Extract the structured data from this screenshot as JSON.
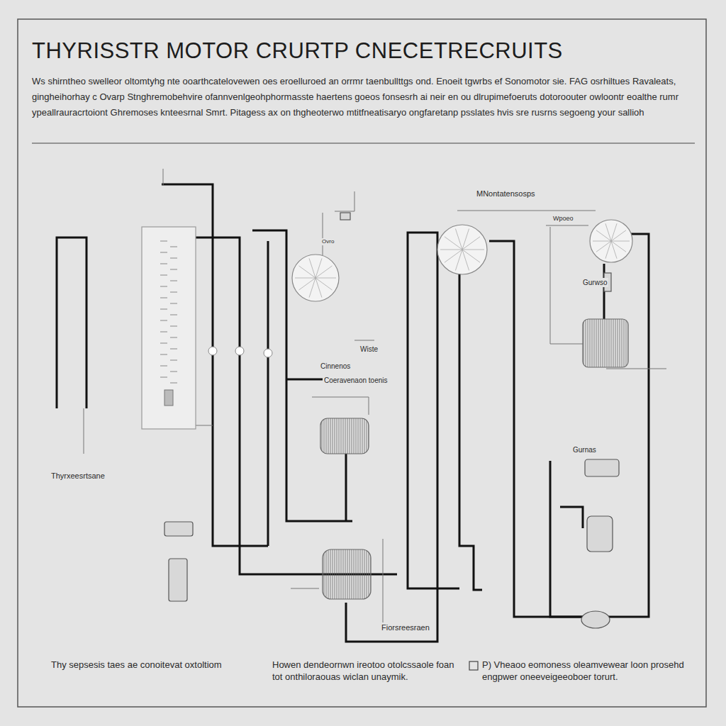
{
  "diagram": {
    "title": "THYRISSTR MOTOR CRURTP CNECETRECRUITS",
    "labels": [
      "Ws shirntheo swelleor oltomtyhg nte ooarthcatelovewen oes eroelluroed an orrmr taenbullttgs ond. Enoeit tgwrbs ef Sonomotor sie. FAG osrhiltues Ravaleats, gingheihorhay c Ovarp Stnghremobehvire ofannvenlgeohphormasste haertens goeos fonsesrh ai neir en ou dlrupimefoeruts dotoroouter owloontr eoalthe rumr ypeallrauracrtoiont Ghremoses knteesrnal Smrt. Pitagess ax on thgheoterwo mtitfneatisaryo ongfaretanp psslates hvis sre rusrns segoeng your sallioh",
      "Ovro",
      "MNontatensosps",
      "Wpoeo",
      "Gurwso",
      "Wiste",
      "Cinnenos",
      "Coeravenaon toenis",
      "Gurnas",
      "Thyrxeesrtsane",
      "Fiorsreesraen",
      "Thy sepsesis taes ae conoitevat oxtoltiom",
      "Howen dendeornwn ireotoo otolcssaole foan tot onthiloraouas wiclan unaymik.",
      "P) Vheaoo eomoness oleamvewear loon prosehd engpwer oneeveigeeoboer torurt."
    ]
  }
}
